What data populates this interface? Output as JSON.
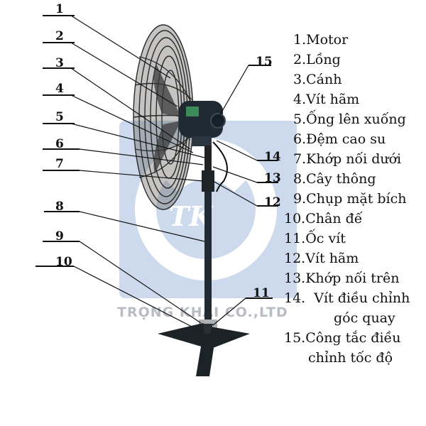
{
  "watermark": {
    "text": "TRỌNG KHẢI CO.,LTD",
    "color": "#b9bcc3",
    "logo_color": "#c5d4ea"
  },
  "colors": {
    "fan_body": "#1f2a33",
    "cage": "#2a2a2a",
    "callout": "#111111"
  },
  "callouts": [
    "1",
    "2",
    "3",
    "4",
    "5",
    "6",
    "7",
    "8",
    "9",
    "10",
    "11",
    "12",
    "13",
    "14",
    "15"
  ],
  "legend": [
    {
      "num": "1.",
      "label": "Motor"
    },
    {
      "num": "2.",
      "label": "Lồng"
    },
    {
      "num": "3.",
      "label": "Cánh"
    },
    {
      "num": "4.",
      "label": "Vít hãm"
    },
    {
      "num": "5.",
      "label": "Ống lên xuống"
    },
    {
      "num": "6.",
      "label": "Đệm cao su"
    },
    {
      "num": "7.",
      "label": "Khớp nối dưới"
    },
    {
      "num": "8.",
      "label": "Cây thông"
    },
    {
      "num": "9.",
      "label": "Chụp mặt bích"
    },
    {
      "num": "10.",
      "label": "Chân đế"
    },
    {
      "num": "11.",
      "label": "Ốc vít"
    },
    {
      "num": "12.",
      "label": "Vít hãm"
    },
    {
      "num": "13.",
      "label": "Khớp nối trên"
    },
    {
      "num": "14.",
      "label": "  Vít điều chỉnh",
      "cont": "góc quay"
    },
    {
      "num": "15.",
      "label": "Công tắc điều",
      "cont": "chỉnh tốc độ"
    }
  ]
}
